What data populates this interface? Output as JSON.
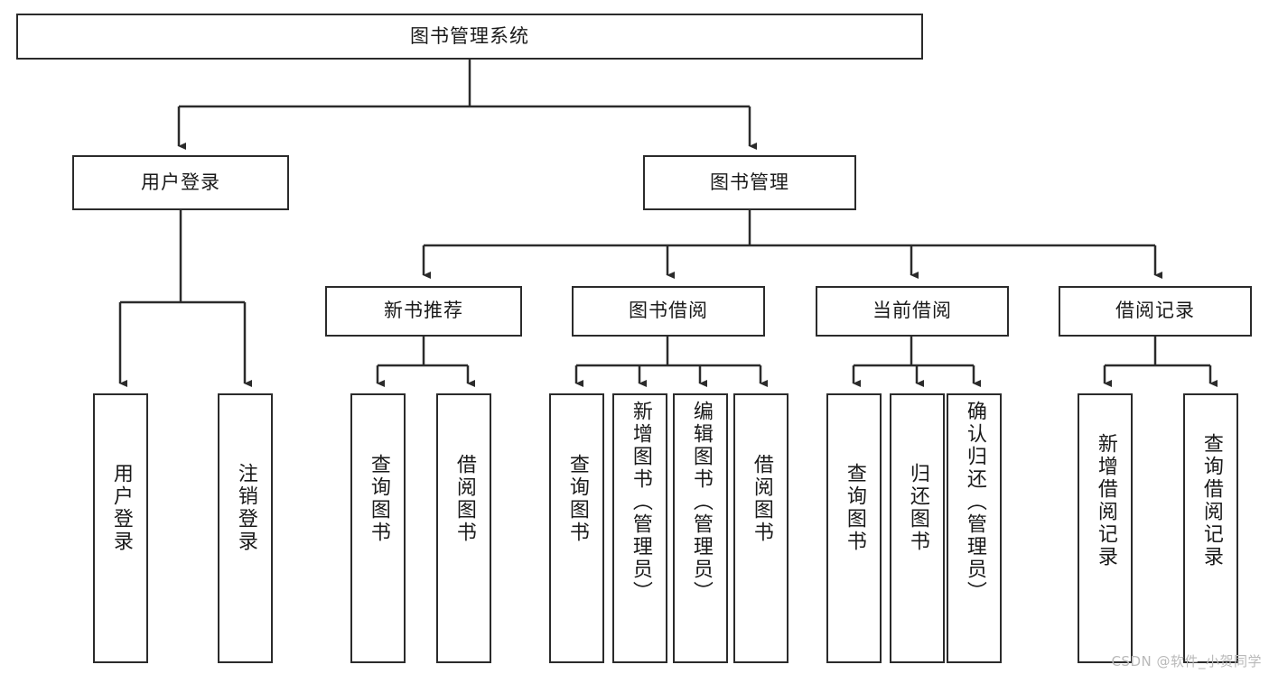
{
  "diagram": {
    "title_node": {
      "label": "图书管理系统"
    },
    "level2": [
      {
        "label": "用户登录"
      },
      {
        "label": "图书管理"
      }
    ],
    "level3": [
      {
        "label": "新书推荐"
      },
      {
        "label": "图书借阅"
      },
      {
        "label": "当前借阅"
      },
      {
        "label": "借阅记录"
      }
    ],
    "leaves": {
      "user_login": [
        {
          "label": "用户登录"
        },
        {
          "label": "注销登录"
        }
      ],
      "new_book": [
        {
          "label": "查询图书"
        },
        {
          "label": "借阅图书"
        }
      ],
      "book_borrow": [
        {
          "label": "查询图书"
        },
        {
          "label": "新增图书（管理员）"
        },
        {
          "label": "编辑图书（管理员）"
        },
        {
          "label": "借阅图书"
        }
      ],
      "current_borrow": [
        {
          "label": "查询图书"
        },
        {
          "label": "归还图书"
        },
        {
          "label": "确认归还（管理员）"
        }
      ],
      "borrow_record": [
        {
          "label": "新增借阅记录"
        },
        {
          "label": "查询借阅记录"
        }
      ]
    }
  },
  "watermark": {
    "text": "CSDN @软件_小贺同学"
  },
  "colors": {
    "stroke": "#2b2b2b",
    "fill": "#ffffff",
    "text": "#1a1a1a",
    "watermark": "#b9b9b9"
  }
}
